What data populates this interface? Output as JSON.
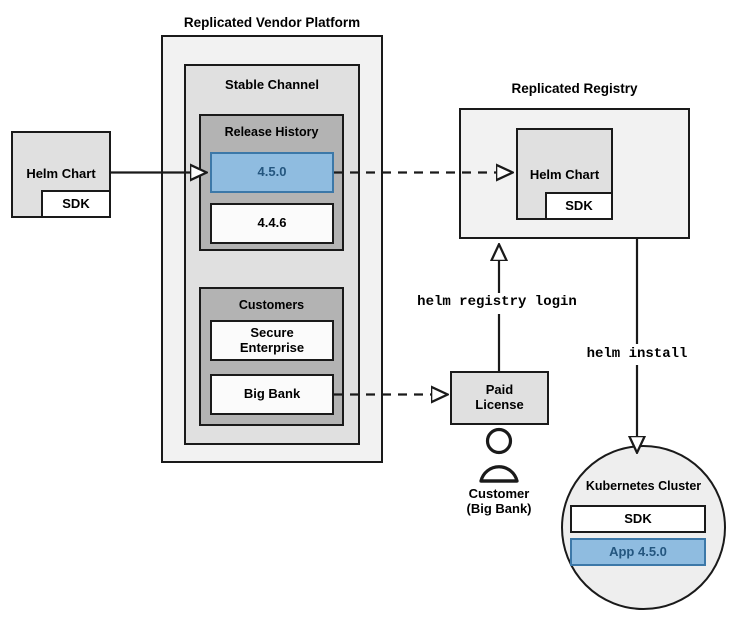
{
  "diagram": {
    "title_vendor_platform": "Replicated Vendor Platform",
    "title_registry": "Replicated Registry",
    "source_chart": {
      "name": "Helm Chart",
      "sdk": "SDK"
    },
    "vendor_platform": {
      "stable_channel": {
        "label": "Stable Channel",
        "release_history": {
          "label": "Release History",
          "releases": [
            {
              "version": "4.5.0",
              "highlighted": true
            },
            {
              "version": "4.4.6",
              "highlighted": false
            }
          ]
        },
        "customers": {
          "label": "Customers",
          "entries": [
            {
              "name": "Secure\nEnterprise"
            },
            {
              "name": "Big Bank"
            }
          ]
        }
      }
    },
    "registry": {
      "chart": {
        "name": "Helm Chart",
        "sdk": "SDK"
      }
    },
    "license": {
      "label": "Paid\nLicense"
    },
    "customer_actor": {
      "label": "Customer\n(Big Bank)",
      "icon": "person-icon"
    },
    "cluster": {
      "label": "Kubernetes Cluster",
      "components": [
        {
          "name": "SDK",
          "highlighted": false
        },
        {
          "name": "App 4.5.0",
          "highlighted": true
        }
      ]
    },
    "commands": {
      "registry_login": "helm registry login",
      "install": "helm install"
    },
    "colors": {
      "highlight_fill": "#8fbce0",
      "highlight_border": "#3c78a8",
      "highlight_text": "#24567f",
      "stroke": "#1a1a1a",
      "panel_lightest": "#f2f2f2",
      "panel_light": "#e0e0e0",
      "panel_mid": "#d4d4d4",
      "panel_dark": "#b3b3b3"
    }
  }
}
